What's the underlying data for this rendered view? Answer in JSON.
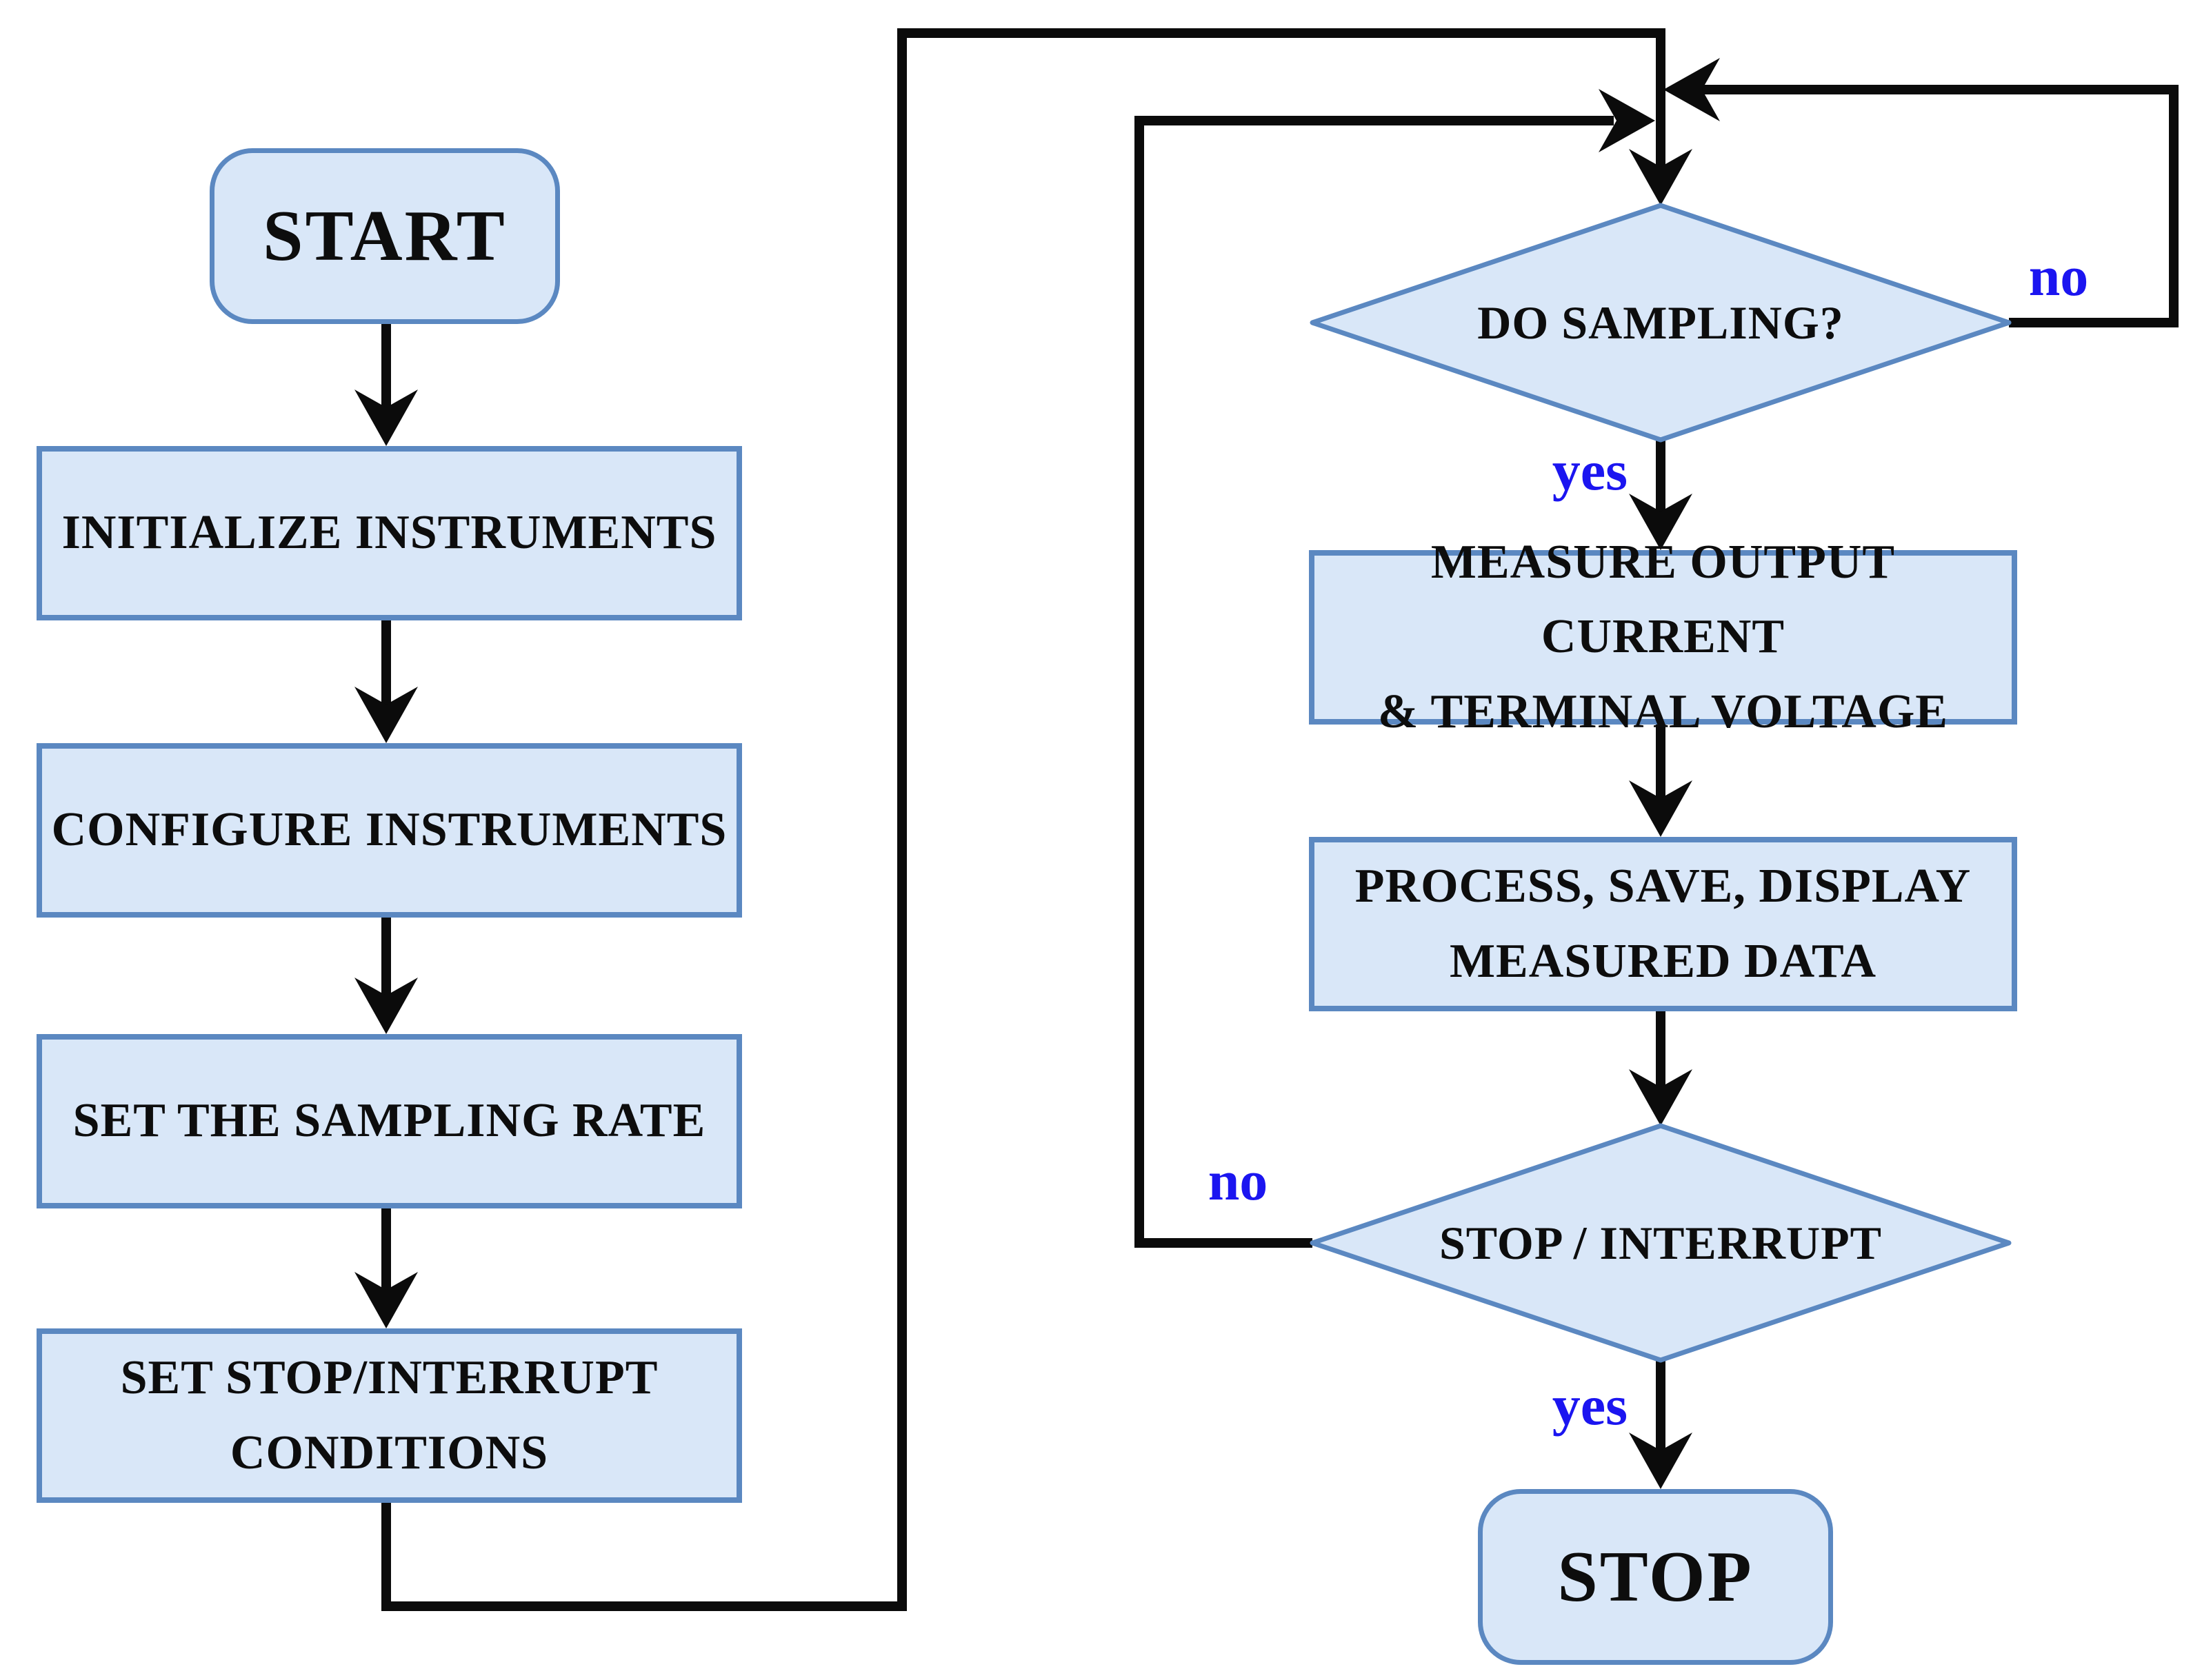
{
  "diagram": {
    "title": "instrument sampling flowchart",
    "colors": {
      "bg": "#ffffff",
      "shape_fill": "#d9e7f8",
      "shape_border": "#5b88c1",
      "connector": "#0b0b0b",
      "branch_label": "#1b15f0",
      "text": "#0d0d0d"
    },
    "nodes": {
      "start": "START",
      "initialize": "INITIALIZE INSTRUMENTS",
      "configure": "CONFIGURE INSTRUMENTS",
      "sampling_rate": "SET THE SAMPLING RATE",
      "stop_conditions": "SET STOP/INTERRUPT\nCONDITIONS",
      "do_sampling": "DO SAMPLING?",
      "measure": "MEASURE OUTPUT CURRENT\n& TERMINAL VOLTAGE",
      "process_save": "PROCESS, SAVE, DISPLAY\nMEASURED DATA",
      "stop_interrupt": "STOP / INTERRUPT",
      "stop": "STOP"
    },
    "branch_labels": {
      "do_sampling_no": "no",
      "do_sampling_yes": "yes",
      "stop_interrupt_no": "no",
      "stop_interrupt_yes": "yes"
    }
  }
}
